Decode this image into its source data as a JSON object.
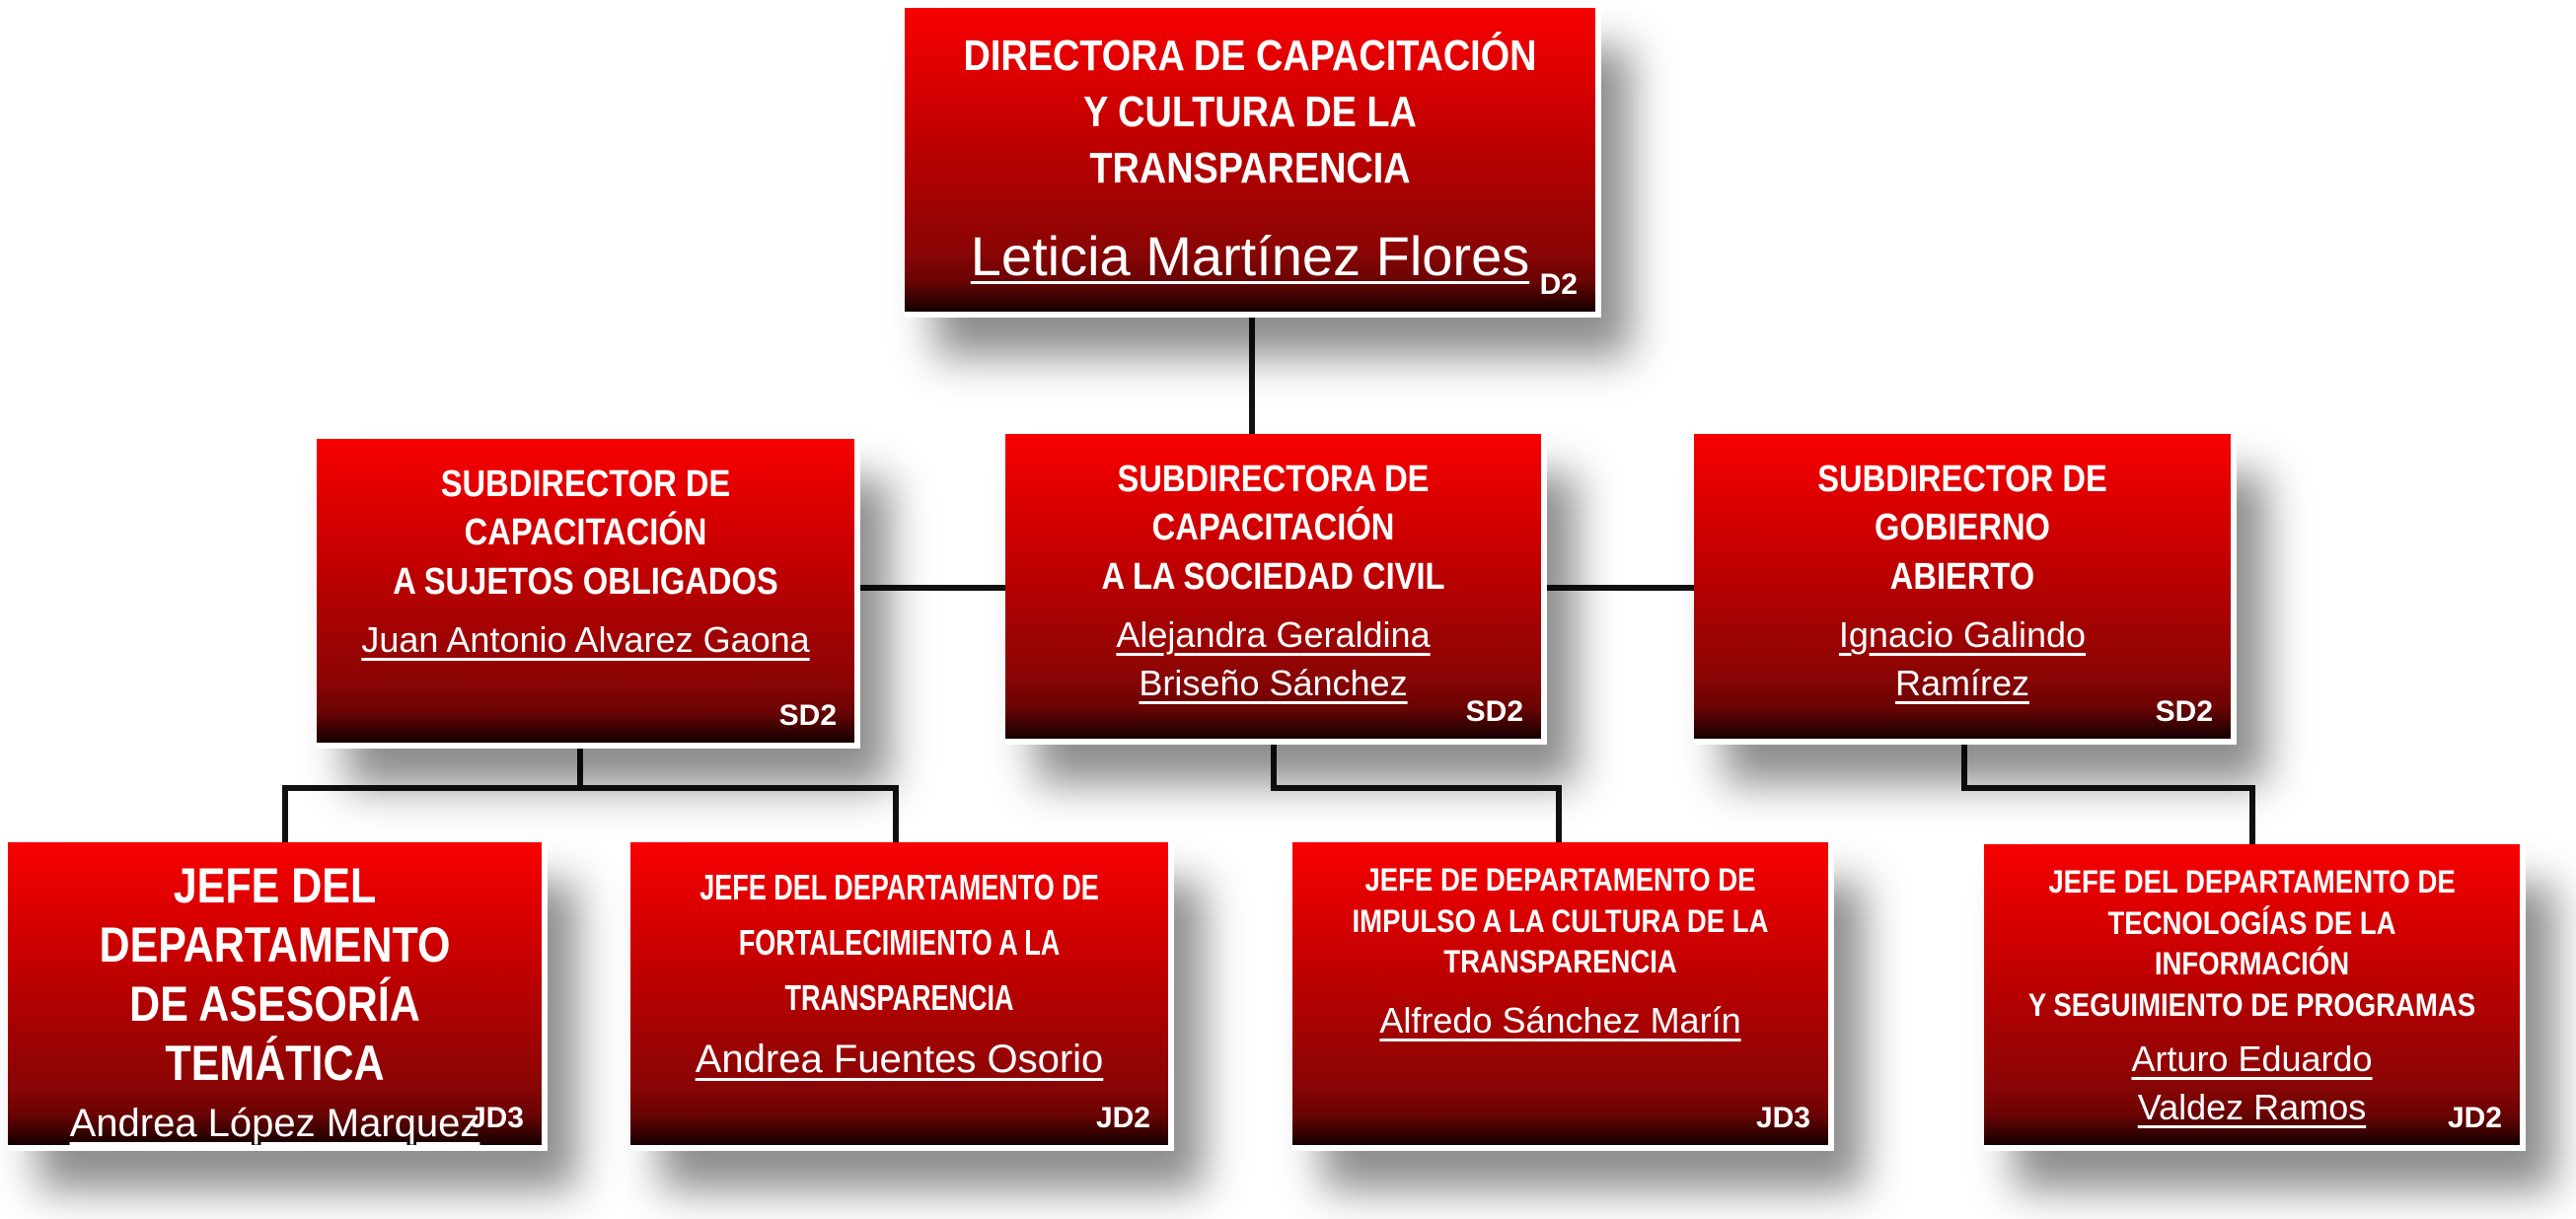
{
  "director": {
    "title_lines": [
      "DIRECTORA DE CAPACITACIÓN",
      "Y CULTURA DE LA TRANSPARENCIA"
    ],
    "name": "Leticia Martínez Flores",
    "code": "D2"
  },
  "subdirectors": [
    {
      "title_lines": [
        "SUBDIRECTOR DE CAPACITACIÓN",
        "A SUJETOS OBLIGADOS"
      ],
      "name_lines": [
        "Juan Antonio Alvarez Gaona"
      ],
      "code": "SD2"
    },
    {
      "title_lines": [
        "SUBDIRECTORA DE CAPACITACIÓN",
        "A LA SOCIEDAD CIVIL"
      ],
      "name_lines": [
        "Alejandra Geraldina",
        "Briseño Sánchez"
      ],
      "code": "SD2"
    },
    {
      "title_lines": [
        "SUBDIRECTOR DE GOBIERNO",
        "ABIERTO"
      ],
      "name_lines": [
        "Ignacio Galindo",
        "Ramírez"
      ],
      "code": "SD2"
    }
  ],
  "department_heads": [
    {
      "title_lines": [
        "JEFE DEL DEPARTAMENTO",
        "DE ASESORÍA TEMÁTICA"
      ],
      "name_lines": [
        "Andrea López Marquez"
      ],
      "code": "JD3"
    },
    {
      "title_lines": [
        "JEFE DEL DEPARTAMENTO DE",
        "FORTALECIMIENTO A LA TRANSPARENCIA"
      ],
      "name_lines": [
        "Andrea Fuentes Osorio"
      ],
      "code": "JD2"
    },
    {
      "title_lines": [
        "JEFE DE DEPARTAMENTO DE",
        "IMPULSO A LA CULTURA DE LA",
        "TRANSPARENCIA"
      ],
      "name_lines": [
        "Alfredo Sánchez Marín"
      ],
      "code": "JD3"
    },
    {
      "title_lines": [
        "JEFE DEL DEPARTAMENTO DE",
        "TECNOLOGÍAS DE LA INFORMACIÓN",
        "Y SEGUIMIENTO DE PROGRAMAS"
      ],
      "name_lines": [
        "Arturo Eduardo",
        "Valdez Ramos"
      ],
      "code": "JD2"
    }
  ]
}
